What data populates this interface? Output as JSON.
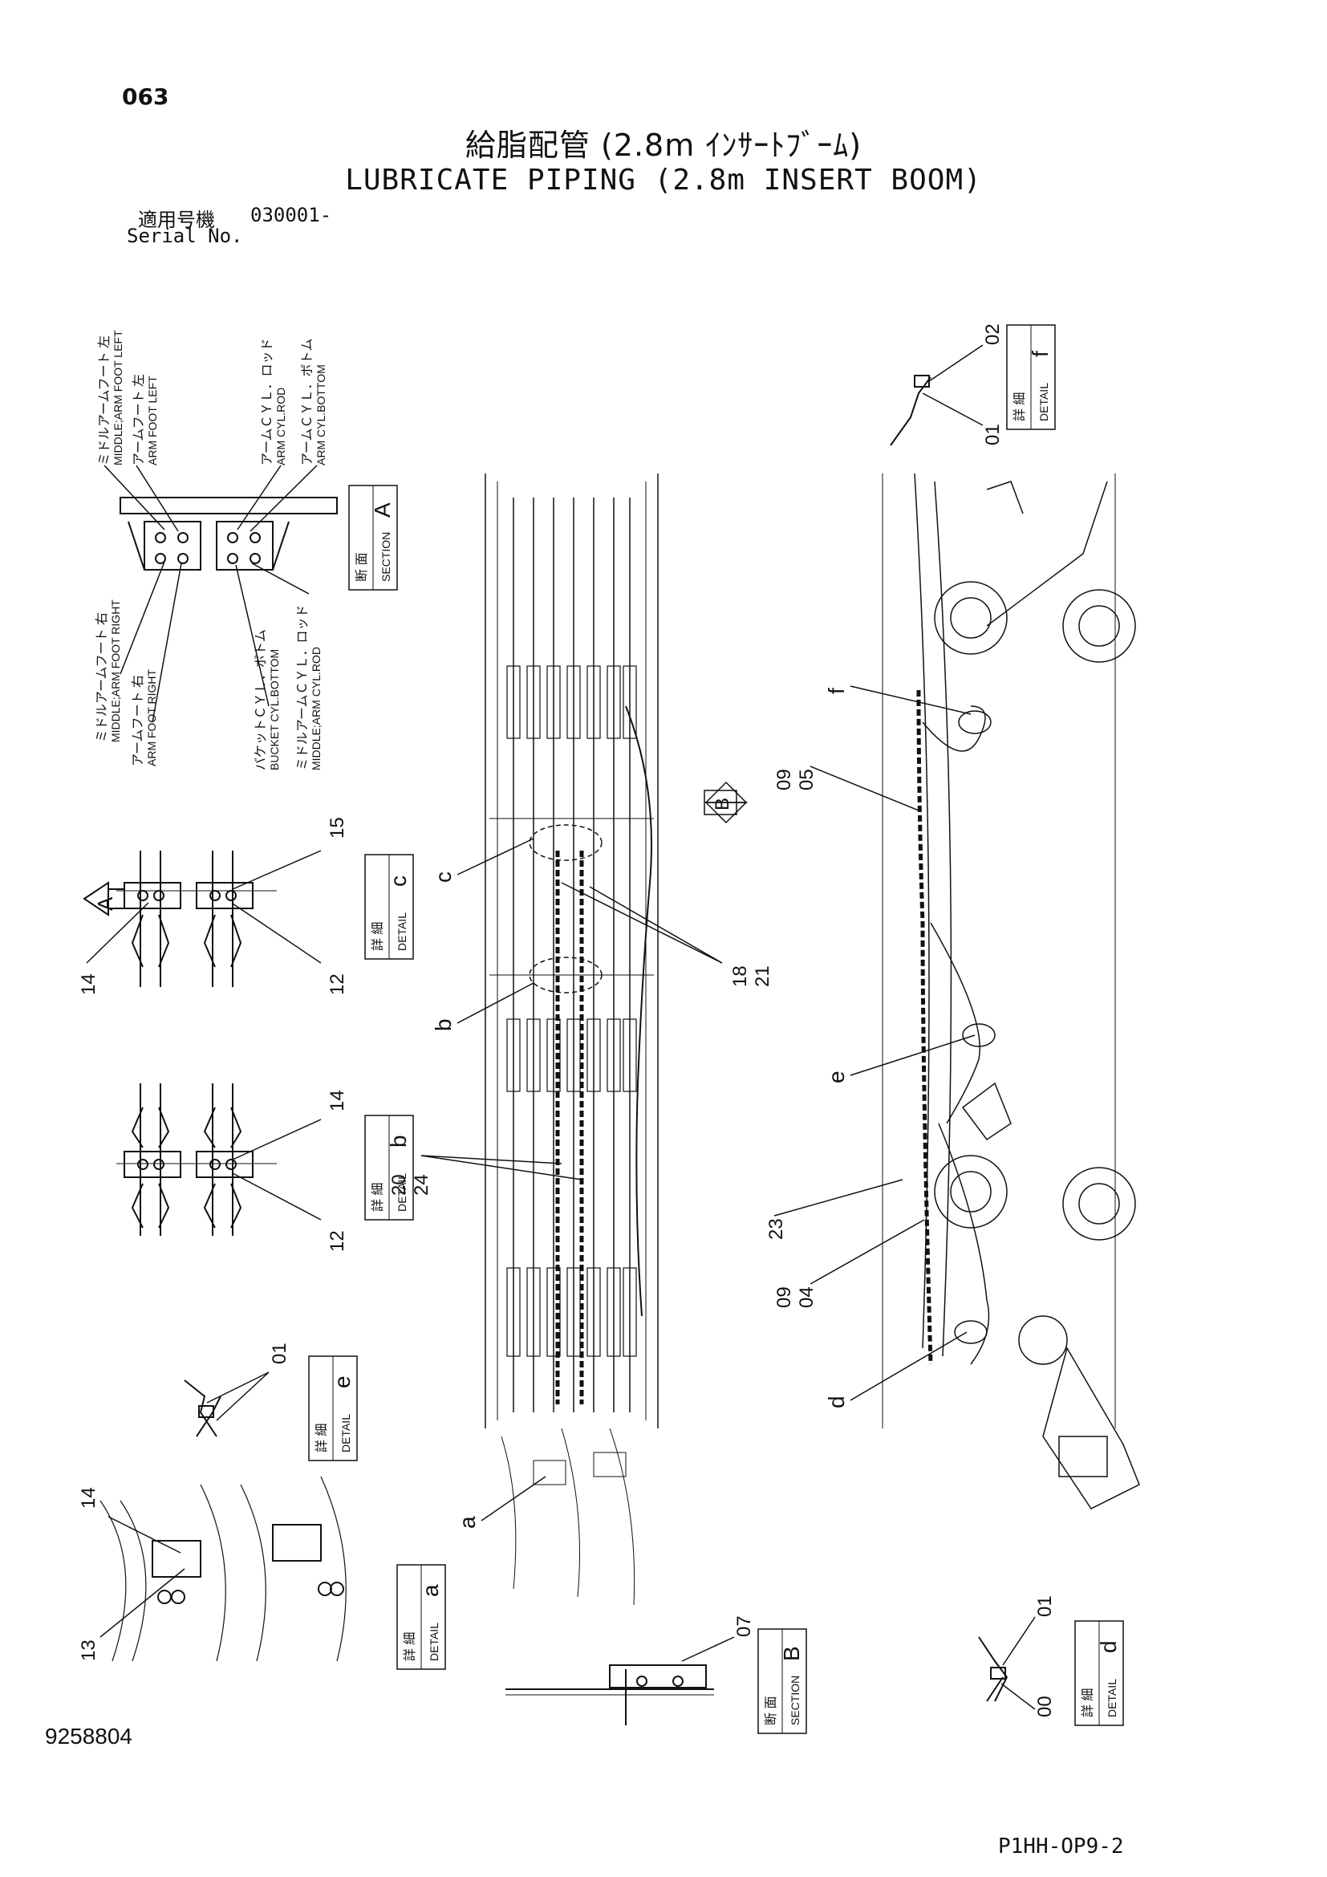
{
  "header": {
    "page_number": "063",
    "title_jp": "給脂配管 (2.8m ｲﾝｻｰﾄﾌﾞｰﾑ)",
    "title_en": "LUBRICATE PIPING (2.8m INSERT BOOM)",
    "serial_label_jp": "適用号機",
    "serial_value": "030001-",
    "serial_label_en": "Serial No."
  },
  "footer": {
    "doc_number": "9258804",
    "drawing_code": "P1HH-OP9-2"
  },
  "section_a": {
    "box_jp": "断 面",
    "box_en": "SECTION",
    "letter": "A",
    "labels": {
      "middle_arm_foot_left_jp": "ミドルアームフート 左",
      "middle_arm_foot_left_en": "MIDDLE;ARM FOOT LEFT",
      "arm_foot_left_jp": "アームフート 左",
      "arm_foot_left_en": "ARM FOOT LEFT",
      "arm_cyl_rod_jp": "アームＣＹＬ．ロッド",
      "arm_cyl_rod_en": "ARM CYL.ROD",
      "arm_cyl_bottom_jp": "アームＣＹＬ．ボトム",
      "arm_cyl_bottom_en": "ARM CYL.BOTTOM",
      "middle_arm_foot_right_jp": "ミドルアームフート 右",
      "middle_arm_foot_right_en": "MIDDLE;ARM FOOT RIGHT",
      "arm_foot_right_jp": "アームフート 右",
      "arm_foot_right_en": "ARM FOOT RIGHT",
      "bucket_cyl_bottom_jp": "バケットＣＹＬ．ボトム",
      "bucket_cyl_bottom_en": "BUCKET CYL.BOTTOM",
      "middle_arm_cyl_rod_jp": "ミドルアームＣＹＬ．ロッド",
      "middle_arm_cyl_rod_en": "MIDDLE;ARM CYL.ROD"
    }
  },
  "section_b": {
    "box_jp": "断 面",
    "box_en": "SECTION",
    "letter": "B",
    "part": "07"
  },
  "detail_c": {
    "box_jp": "詳 細",
    "box_en": "DETAIL",
    "letter": "c",
    "parts": [
      "15",
      "14",
      "12"
    ],
    "arrow": "A"
  },
  "detail_b": {
    "box_jp": "詳 細",
    "box_en": "DETAIL",
    "letter": "b",
    "parts": [
      "14",
      "12"
    ]
  },
  "detail_e": {
    "box_jp": "詳 細",
    "box_en": "DETAIL",
    "letter": "e",
    "parts": [
      "01"
    ]
  },
  "detail_a": {
    "box_jp": "詳 細",
    "box_en": "DETAIL",
    "letter": "a",
    "parts": [
      "14",
      "13"
    ]
  },
  "detail_d": {
    "box_jp": "詳 細",
    "box_en": "DETAIL",
    "letter": "d",
    "parts": [
      "01",
      "00"
    ]
  },
  "detail_f": {
    "box_jp": "詳 細",
    "box_en": "DETAIL",
    "letter": "f",
    "parts": [
      "02",
      "01"
    ]
  },
  "main_view": {
    "arrow_b": "B",
    "callouts": [
      "c",
      "b",
      "a",
      "f",
      "e",
      "d"
    ],
    "parts": {
      "p18_21_top": "18",
      "p18_21_bot": "21",
      "p20_24_top": "20",
      "p20_24_bot": "24",
      "p09_05_top": "09",
      "p09_05_bot": "05",
      "p09_04_top": "09",
      "p09_04_bot": "04",
      "p23": "23"
    }
  }
}
